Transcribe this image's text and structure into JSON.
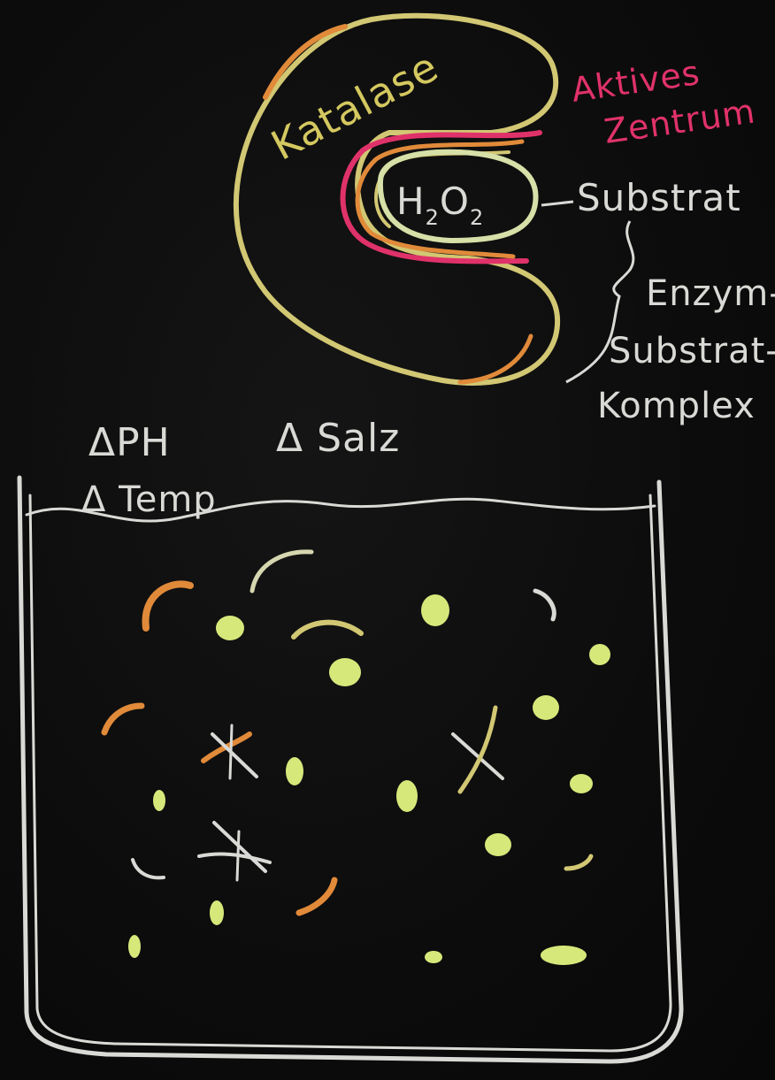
{
  "labels": {
    "enzyme": "Katalase",
    "active_site": [
      "Aktives",
      "Zentrum"
    ],
    "substrate_formula": "H2O2",
    "substrate": "Substrat",
    "complex": [
      "Enzym-",
      "Substrat-",
      "Komplex"
    ],
    "factor_ph": "ΔPH",
    "factor_salt": "Δ Salz",
    "factor_temp": "Δ Temp"
  },
  "colors": {
    "background": "#0b0b0b",
    "chalk_white": "#d9d9d6",
    "chalk_yellow": "#d4c860",
    "chalk_orange": "#e07a3a",
    "chalk_pink": "#e0326a",
    "chalk_green": "#d6e87a"
  }
}
